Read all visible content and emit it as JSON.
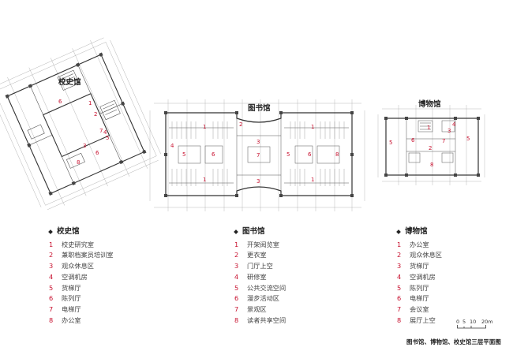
{
  "legends": {
    "xiaoshi": {
      "title": "校史馆",
      "items": [
        {
          "num": "1",
          "label": "校史研究室"
        },
        {
          "num": "2",
          "label": "兼职档案员培训室"
        },
        {
          "num": "3",
          "label": "观众休息区"
        },
        {
          "num": "4",
          "label": "空调机房"
        },
        {
          "num": "5",
          "label": "货梯厅"
        },
        {
          "num": "6",
          "label": "陈列厅"
        },
        {
          "num": "7",
          "label": "电梯厅"
        },
        {
          "num": "8",
          "label": "办公室"
        }
      ]
    },
    "tushu": {
      "title": "图书馆",
      "items": [
        {
          "num": "1",
          "label": "开架阅览室"
        },
        {
          "num": "2",
          "label": "更衣室"
        },
        {
          "num": "3",
          "label": "门厅上空"
        },
        {
          "num": "4",
          "label": "研修室"
        },
        {
          "num": "5",
          "label": "公共交流空间"
        },
        {
          "num": "6",
          "label": "漫步活动区"
        },
        {
          "num": "7",
          "label": "景观区"
        },
        {
          "num": "8",
          "label": "读者共享空间"
        }
      ]
    },
    "bowu": {
      "title": "博物馆",
      "items": [
        {
          "num": "1",
          "label": "办公室"
        },
        {
          "num": "2",
          "label": "观众休息区"
        },
        {
          "num": "3",
          "label": "货梯厅"
        },
        {
          "num": "4",
          "label": "空调机房"
        },
        {
          "num": "5",
          "label": "陈列厅"
        },
        {
          "num": "6",
          "label": "电梯厅"
        },
        {
          "num": "7",
          "label": "会议室"
        },
        {
          "num": "8",
          "label": "展厅上空"
        }
      ]
    }
  },
  "scale_bar": {
    "labels": [
      "0",
      "5",
      "10",
      "20m"
    ]
  },
  "caption": "图书馆、博物馆、校史馆三层平面图",
  "plans": {
    "xiaoshi": {
      "title": "校史馆",
      "room_numbers": [
        "6",
        "1",
        "2",
        "7",
        "4",
        "3",
        "5",
        "6",
        "8"
      ]
    },
    "tushu": {
      "title": "图书馆",
      "room_numbers": [
        "1",
        "1",
        "2",
        "3",
        "4",
        "5",
        "6",
        "7",
        "6",
        "5",
        "8",
        "1",
        "1",
        "3"
      ]
    },
    "bowu": {
      "title": "博物馆",
      "room_numbers": [
        "1",
        "4",
        "3",
        "6",
        "7",
        "5",
        "5",
        "2",
        "8"
      ]
    }
  },
  "colors": {
    "number": "#c8102e",
    "line": "#444444"
  }
}
